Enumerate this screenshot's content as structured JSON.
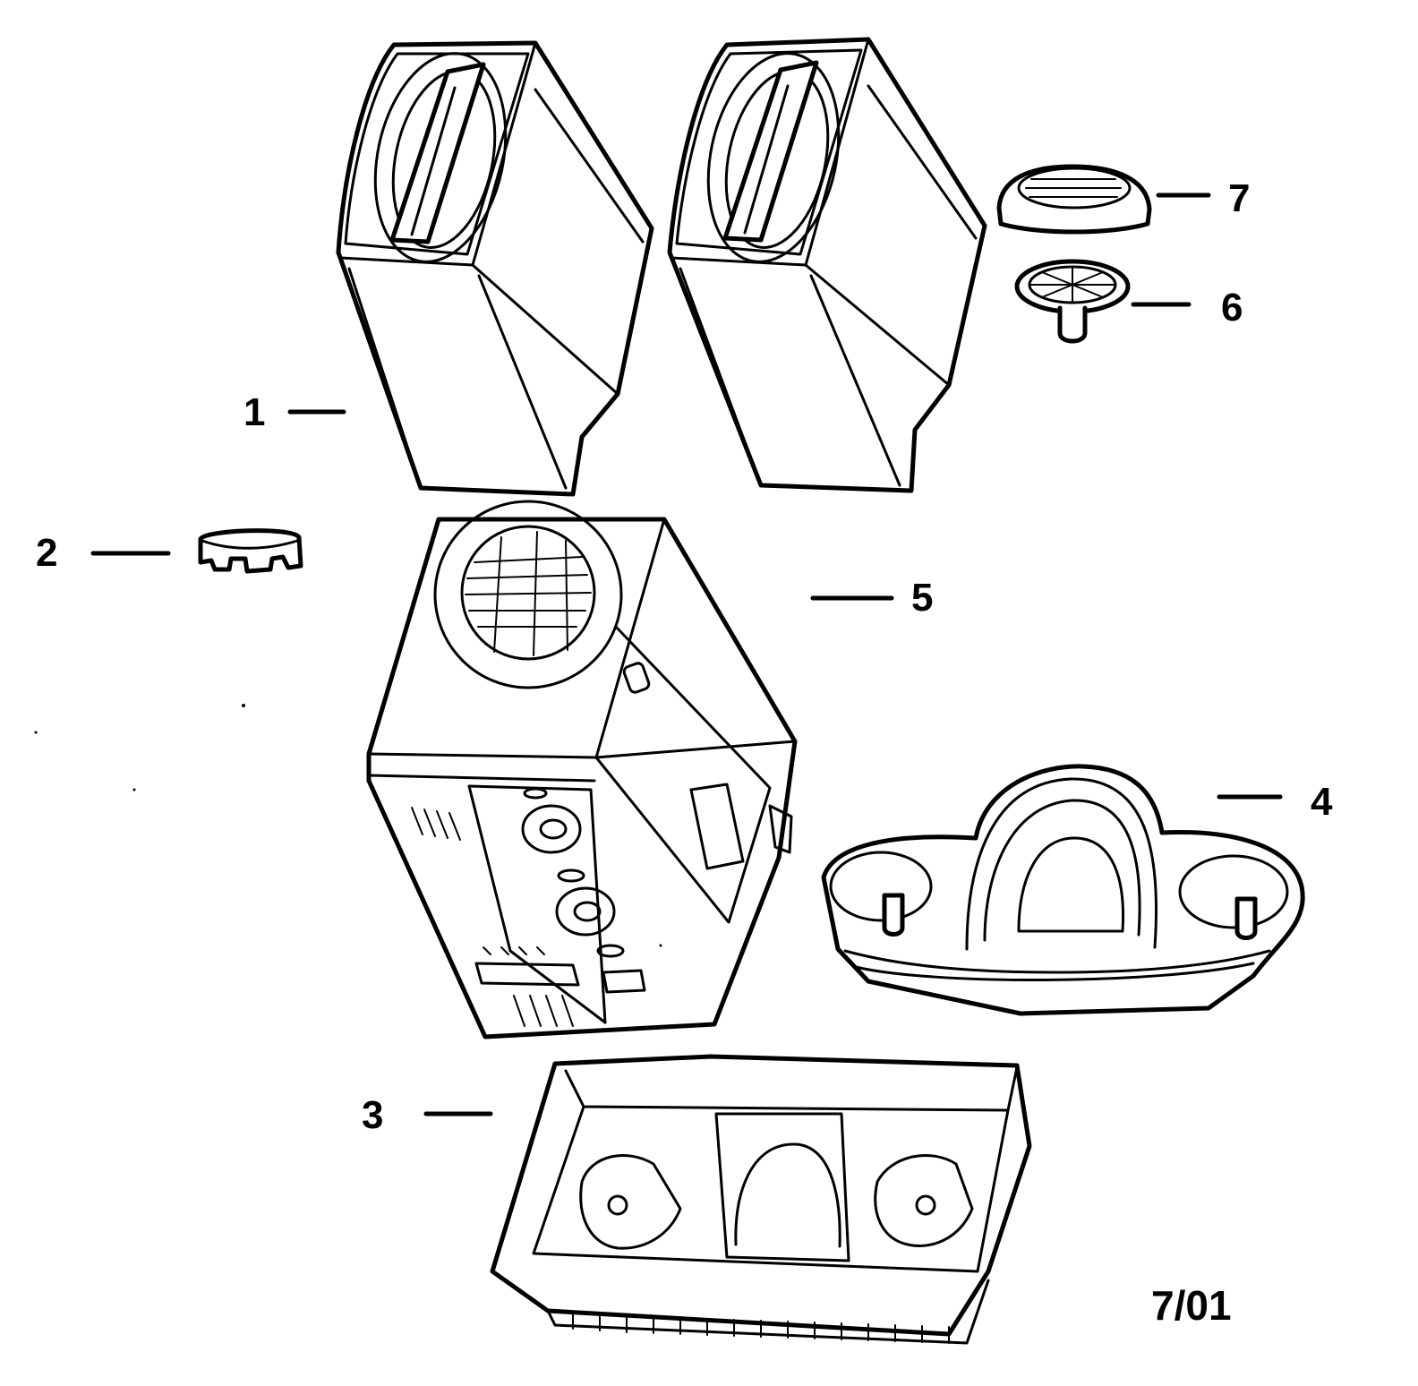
{
  "callouts": [
    {
      "id": "1",
      "text": "1"
    },
    {
      "id": "2",
      "text": "2"
    },
    {
      "id": "3",
      "text": "3"
    },
    {
      "id": "4",
      "text": "4"
    },
    {
      "id": "5",
      "text": "5"
    },
    {
      "id": "6",
      "text": "6"
    },
    {
      "id": "7",
      "text": "7"
    }
  ],
  "date_code": "7/01"
}
